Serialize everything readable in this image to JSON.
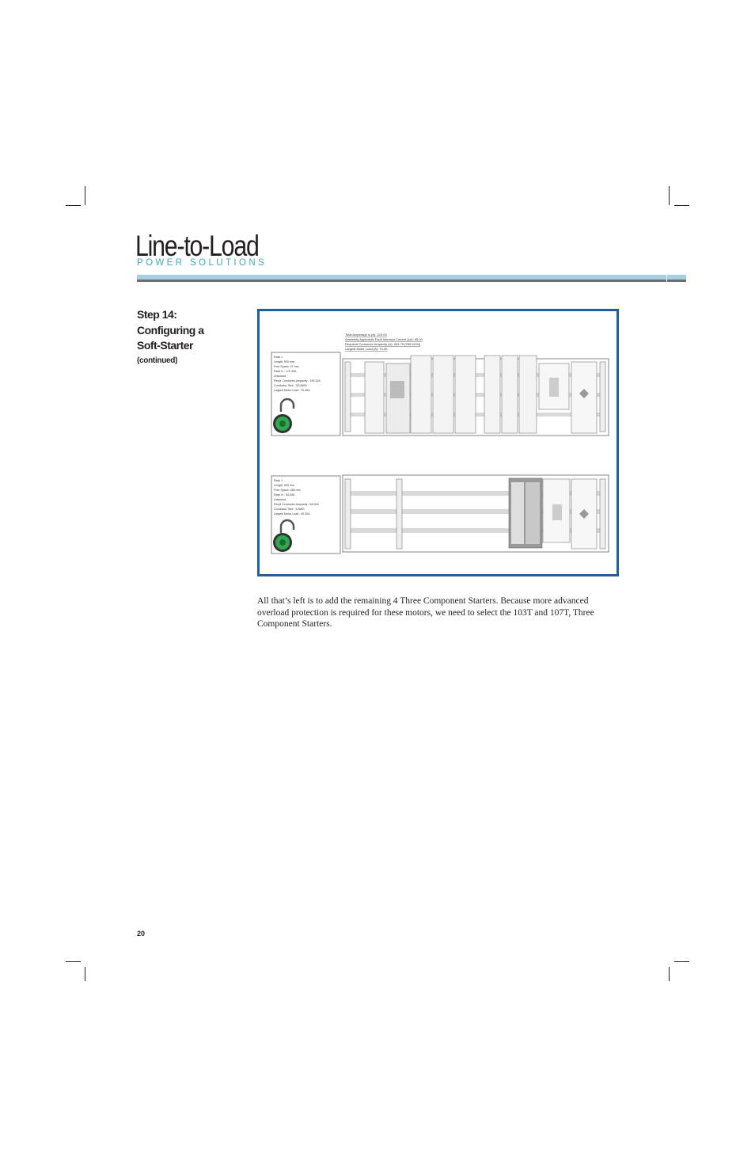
{
  "header": {
    "brand_title": "Line-to-Load",
    "brand_subtitle": "POWER SOLUTIONS"
  },
  "step": {
    "title_lines": [
      "Step 14:",
      "Configuring a",
      "Soft-Starter"
    ],
    "note": "(continued)"
  },
  "figure": {
    "summary_lines": [
      "Total Amperage is (A): 224.00",
      "Assembly Applicable Fault Interrupt Current (kA): 65.00",
      "Required Conductor Ampacity (A): 283.75 (250 MCM)",
      "Largest Motor Load (A): 70.40"
    ],
    "rack_top": {
      "lines": [
        "Rack 1",
        "Length: 900 mm",
        "Free Space: 47 mm",
        "Rack Ix : 170.30A",
        "Unlocked",
        "Req'd Conductor Ampacity : 195.15A",
        "Conductor Size : 3/0 AWG",
        "Largest Motor Load : 70.40A"
      ]
    },
    "rack_bottom": {
      "lines": [
        "Rack 1",
        "Length: 900 mm",
        "Free Space: 456 mm",
        "Rack Ix : 54.00A",
        "Unlocked",
        "Req'd Conductor Ampacity : 54.00A",
        "Conductor Size : 6 AWG",
        "Largest Motor Load : 40.30A"
      ]
    },
    "colors": {
      "frame": "#1f5fa0",
      "lock_green": "#2fa84f",
      "rail_gray": "#d9d9d9"
    }
  },
  "body": {
    "paragraph": "All that’s left is to add the remaining 4 Three Component Starters. Because more advanced overload protection is required for these motors, we need to select the 103T and 107T, Three Component Starters."
  },
  "page_number": "20"
}
